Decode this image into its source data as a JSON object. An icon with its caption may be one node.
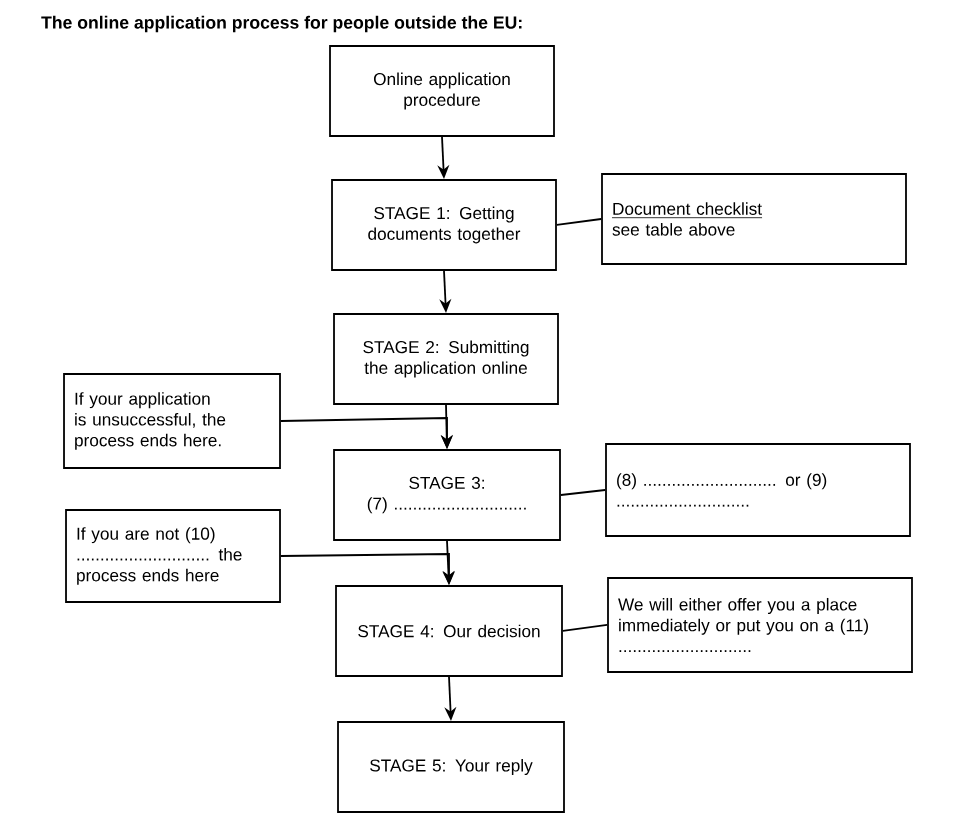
{
  "diagram": {
    "title": "The online application process for people outside the EU:",
    "nodes": [
      {
        "text": [
          "Online application procedure"
        ]
      },
      {
        "text": [
          "STAGE 1: Getting documents together"
        ]
      },
      {
        "text": [
          "Document checklist",
          "see table above"
        ]
      },
      {
        "text": [
          "STAGE 2: Submitting the application online"
        ]
      },
      {
        "text": [
          "If your application is unsuccessful, the process ends here."
        ]
      },
      {
        "text": [
          "STAGE 3:",
          "(7) ............................"
        ]
      },
      {
        "text": [
          "(8) ............................ or (9) ............................"
        ]
      },
      {
        "text": [
          "If you are not (10) ............................ the process ends here"
        ]
      },
      {
        "text": [
          "STAGE 4: Our decision"
        ]
      },
      {
        "text": [
          "We will either offer you a place immediately or put you on a (11) ............................"
        ]
      },
      {
        "text": [
          "STAGE 5: Your reply"
        ]
      }
    ],
    "edges": [
      {
        "from": 0,
        "to": 1,
        "arrow": "to"
      },
      {
        "from": 1,
        "to": 2,
        "arrow": "none"
      },
      {
        "from": 1,
        "to": 3,
        "arrow": "to"
      },
      {
        "from": 3,
        "to": 5,
        "arrow": "to"
      },
      {
        "from": 4,
        "to": 5,
        "arrow": "to"
      },
      {
        "from": 5,
        "to": 6,
        "arrow": "none"
      },
      {
        "from": 5,
        "to": 8,
        "arrow": "to"
      },
      {
        "from": 7,
        "to": 8,
        "arrow": "to"
      },
      {
        "from": 8,
        "to": 9,
        "arrow": "none"
      },
      {
        "from": 8,
        "to": 10,
        "arrow": "to"
      }
    ]
  }
}
